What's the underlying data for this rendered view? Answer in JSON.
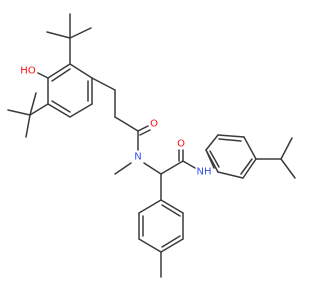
{
  "molecule": {
    "atoms": [
      {
        "id": "O1",
        "label": "HO",
        "color": "#ff0d0d"
      },
      {
        "id": "O2",
        "label": "O",
        "color": "#ff0d0d"
      },
      {
        "id": "N1",
        "label": "N",
        "color": "#3050f8"
      },
      {
        "id": "O3",
        "label": "O",
        "color": "#ff0d0d"
      },
      {
        "id": "N2",
        "label": "NH",
        "color": "#3050f8"
      }
    ],
    "bond_color": "#3a3a3a"
  }
}
